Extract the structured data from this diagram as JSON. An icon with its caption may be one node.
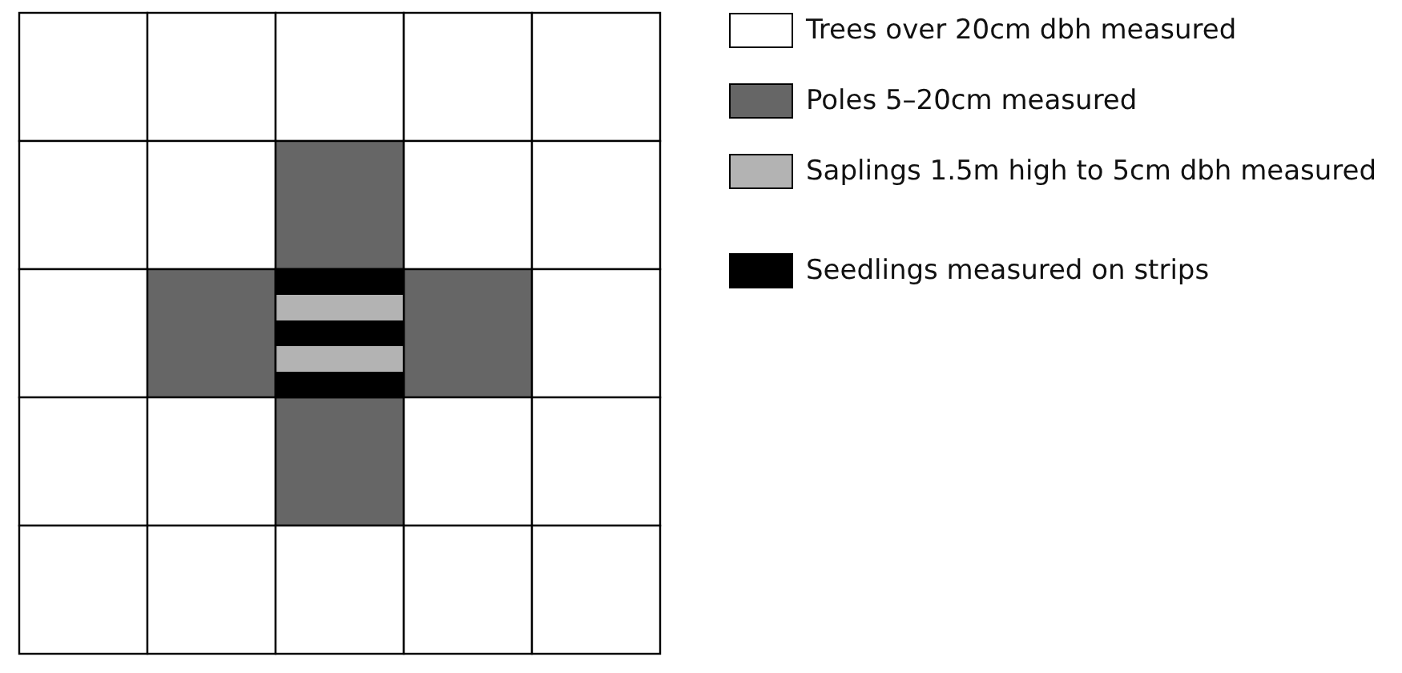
{
  "diagram": {
    "legend": [
      {
        "text": "Trees over 20cm dbh measured",
        "color": "#ffffff"
      },
      {
        "text": "Poles 5–20cm measured",
        "color": "#666666"
      },
      {
        "text": "Saplings 1.5m high to 5cm dbh measured",
        "color": "#b3b3b3"
      },
      {
        "text": "Seedlings measured on strips",
        "color": "#000000"
      }
    ]
  }
}
